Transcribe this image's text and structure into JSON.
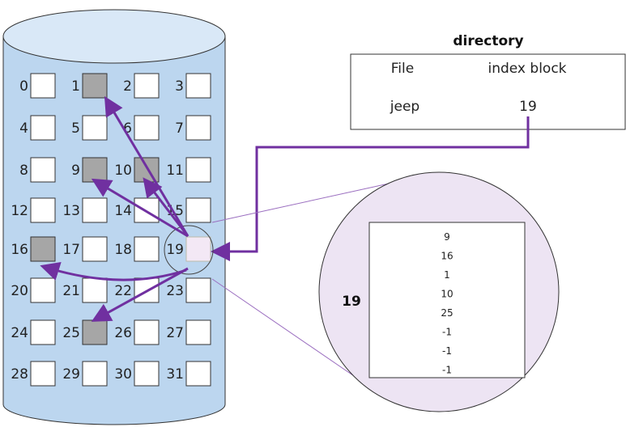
{
  "disk": {
    "blocks": [
      0,
      1,
      2,
      3,
      4,
      5,
      6,
      7,
      8,
      9,
      10,
      11,
      12,
      13,
      14,
      15,
      16,
      17,
      18,
      19,
      20,
      21,
      22,
      23,
      24,
      25,
      26,
      27,
      28,
      29,
      30,
      31
    ],
    "used_blocks": [
      1,
      9,
      10,
      16,
      25
    ],
    "index_block": 19
  },
  "directory": {
    "title": "directory",
    "header": {
      "file": "File",
      "index_block": "index block"
    },
    "entries": [
      {
        "file": "jeep",
        "index_block": "19"
      }
    ]
  },
  "zoom": {
    "label": "19",
    "entries": [
      "9",
      "16",
      "1",
      "10",
      "25",
      "-1",
      "-1",
      "-1"
    ]
  },
  "colors": {
    "cylinder_fill": "#bcd6ef",
    "cylinder_top": "#d9e8f7",
    "used_block": "#a6a6a6",
    "index_block": "#f3e8f5",
    "zoom_fill": "#ede4f3",
    "arrow": "#7030a0"
  }
}
